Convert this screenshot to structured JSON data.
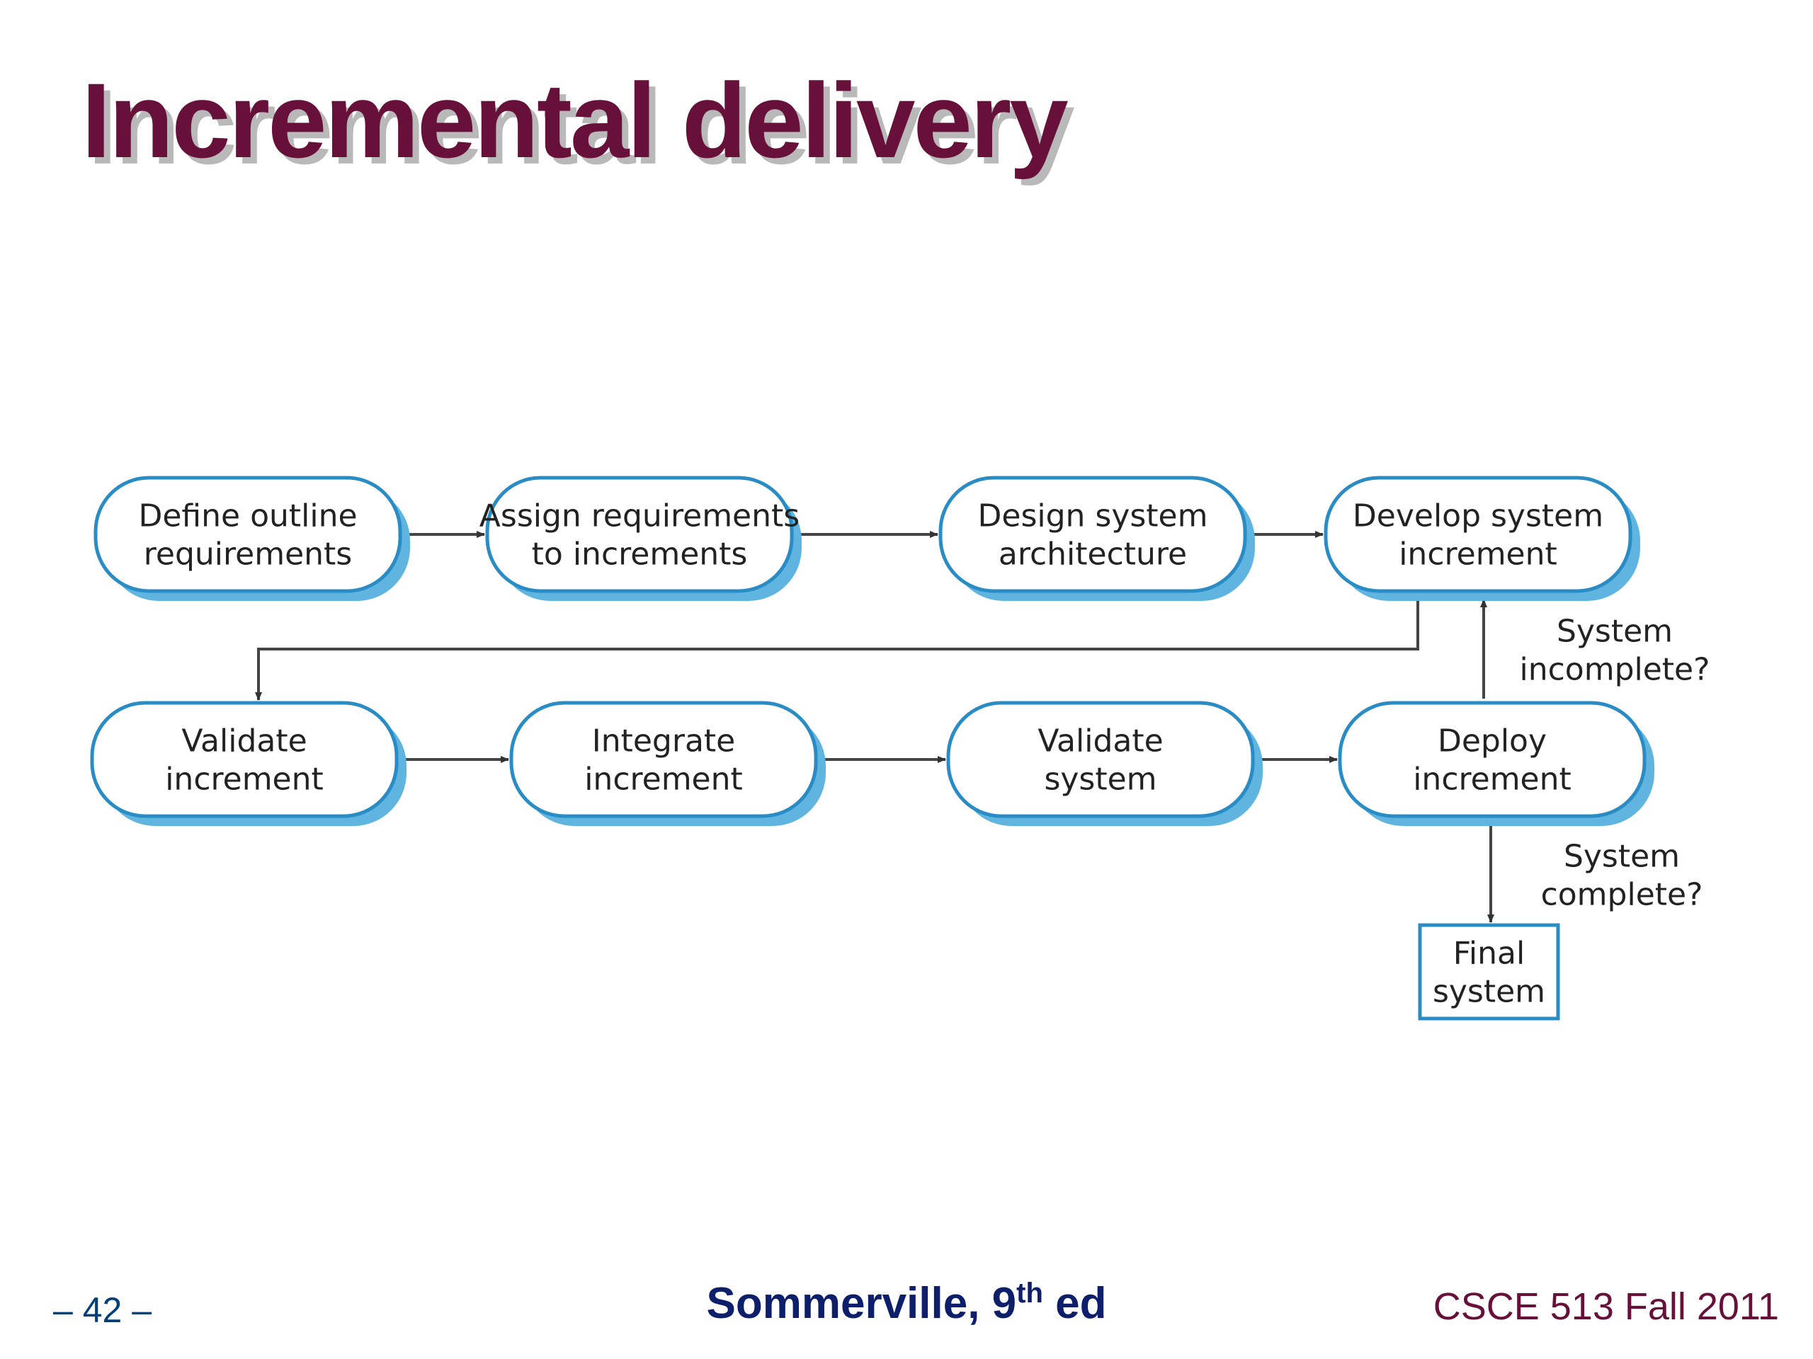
{
  "slide": {
    "title": "Incremental delivery",
    "page_number": "– 42 –",
    "source_text": "Sommerville, 9",
    "source_sup": "th",
    "source_suffix": " ed",
    "course": "CSCE 513 Fall 2011"
  },
  "diagram": {
    "steps": [
      {
        "id": "define-outline-requirements",
        "lines": [
          "Define outline",
          "requirements"
        ]
      },
      {
        "id": "assign-requirements",
        "lines": [
          "Assign requirements",
          "to increments"
        ]
      },
      {
        "id": "design-system-architecture",
        "lines": [
          "Design system",
          "architecture"
        ]
      },
      {
        "id": "develop-system-increment",
        "lines": [
          "Develop system",
          "increment"
        ]
      },
      {
        "id": "validate-increment",
        "lines": [
          "Validate",
          "increment"
        ]
      },
      {
        "id": "integrate-increment",
        "lines": [
          "Integrate",
          "increment"
        ]
      },
      {
        "id": "validate-system",
        "lines": [
          "Validate",
          "system"
        ]
      },
      {
        "id": "deploy-increment",
        "lines": [
          "Deploy",
          "increment"
        ]
      }
    ],
    "final": {
      "id": "final-system",
      "lines": [
        "Final",
        "system"
      ]
    },
    "labels": {
      "incomplete": [
        "System",
        "incomplete?"
      ],
      "complete": [
        "System",
        "complete?"
      ]
    },
    "colors": {
      "box_border": "#2a8cc4",
      "box_shadow": "#5fb4e0",
      "arrow": "#444444",
      "text": "#222222"
    }
  }
}
